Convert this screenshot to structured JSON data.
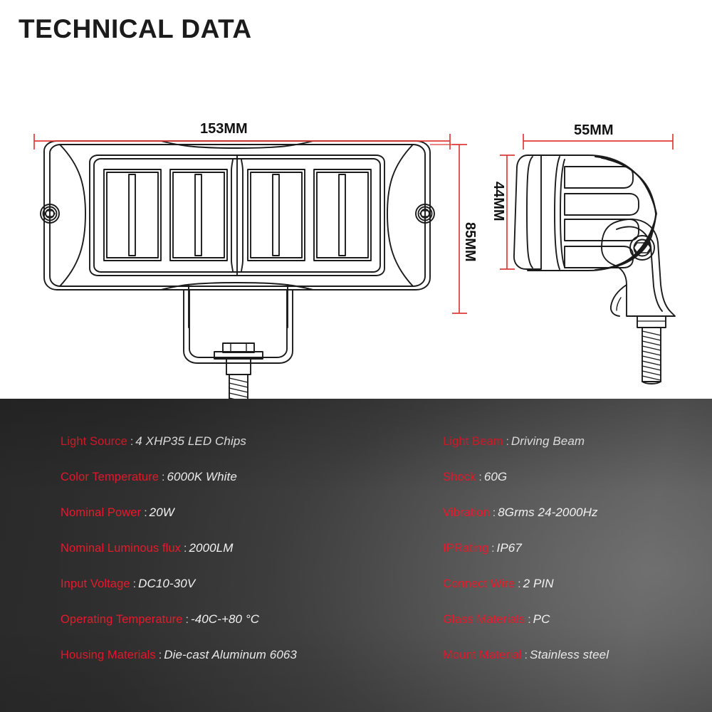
{
  "page": {
    "title": "TECHNICAL DATA",
    "accent_red": "#e8192b",
    "value_white": "#f2f2f2",
    "line_black": "#1b1b1b",
    "dim_red": "#e03a3a"
  },
  "drawing": {
    "front_view": {
      "name": "led-light-bar-front-view",
      "dimensions": {
        "width_label": "153MM",
        "height_label": "85MM"
      },
      "led_cells": 4,
      "side_screws": 2,
      "mount_bracket": "u-bracket-with-bolt"
    },
    "side_view": {
      "name": "led-light-bar-side-view",
      "dimensions": {
        "width_label": "55MM",
        "height_label": "44MM"
      },
      "mount_bracket": "u-bracket-with-bolt"
    }
  },
  "specs": {
    "left": [
      {
        "label": "Light Source",
        "colon": ":",
        "value": "4 XHP35 LED Chips"
      },
      {
        "label": "Color Temperature",
        "colon": ":",
        "value": "6000K White"
      },
      {
        "label": "Nominal Power",
        "colon": ":",
        "value": "20W"
      },
      {
        "label": "Nominal Luminous flux",
        "colon": ":",
        "value": "2000LM"
      },
      {
        "label": "Input Voltage",
        "colon": ":",
        "value": "DC10-30V"
      },
      {
        "label": "Operating Temperature",
        "colon": ":",
        "value": "-40C-+80 °C"
      },
      {
        "label": "Housing Materials",
        "colon": ":",
        "value": "Die-cast Aluminum 6063"
      }
    ],
    "right": [
      {
        "label": "Light Beam",
        "colon": ":",
        "value": "Driving Beam"
      },
      {
        "label": "Shock",
        "colon": ":",
        "value": "60G"
      },
      {
        "label": "Vibration",
        "colon": ":",
        "value": "8Grms 24-2000Hz"
      },
      {
        "label": "IPRating",
        "colon": ":",
        "value": "IP67"
      },
      {
        "label": "Connect Wire",
        "colon": ":",
        "value": "2 PIN"
      },
      {
        "label": "Glass Materials",
        "colon": ":",
        "value": "PC"
      },
      {
        "label": "Mount Material",
        "colon": ":",
        "value": "Stainless steel"
      }
    ]
  }
}
